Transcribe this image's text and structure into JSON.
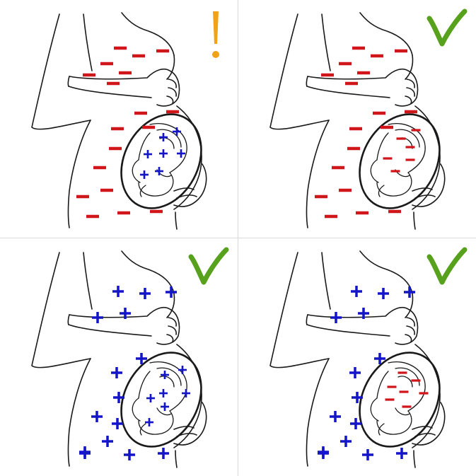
{
  "colors": {
    "outline": "#1a1a1a",
    "negative": "#d0161b",
    "positive": "#1515c8",
    "warning": "#f0a317",
    "check": "#57a11c",
    "divider": "#d9d9d9"
  },
  "panels": [
    {
      "status_icon": "exclamation-icon",
      "mother": "negative",
      "baby": "positive",
      "mother_sign_count": 18,
      "baby_sign_count": 7
    },
    {
      "status_icon": "checkmark-icon",
      "mother": "negative",
      "baby": "negative",
      "mother_sign_count": 18,
      "baby_sign_count": 6
    },
    {
      "status_icon": "checkmark-icon",
      "mother": "positive",
      "baby": "positive",
      "mother_sign_count": 15,
      "baby_sign_count": 7
    },
    {
      "status_icon": "checkmark-icon",
      "mother": "positive",
      "baby": "negative",
      "mother_sign_count": 15,
      "baby_sign_count": 7
    }
  ]
}
